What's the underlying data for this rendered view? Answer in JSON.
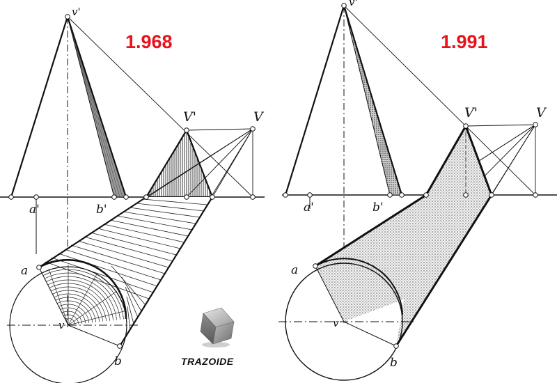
{
  "figures": [
    {
      "number": "1.968",
      "labels": {
        "apex_top": "v'",
        "apex_mid": "V'",
        "light": "V",
        "a_prime": "a'",
        "b_prime": "b'",
        "a": "a",
        "v": "v",
        "b": "b"
      }
    },
    {
      "number": "1.991",
      "labels": {
        "apex_top": "v'",
        "apex_mid": "V'",
        "light": "V",
        "a_prime": "a'",
        "b_prime": "b'",
        "a": "a",
        "v": "v",
        "b": "b"
      }
    }
  ],
  "logo": {
    "text": "TRAZOIDE",
    "icon": "cube-icon"
  }
}
